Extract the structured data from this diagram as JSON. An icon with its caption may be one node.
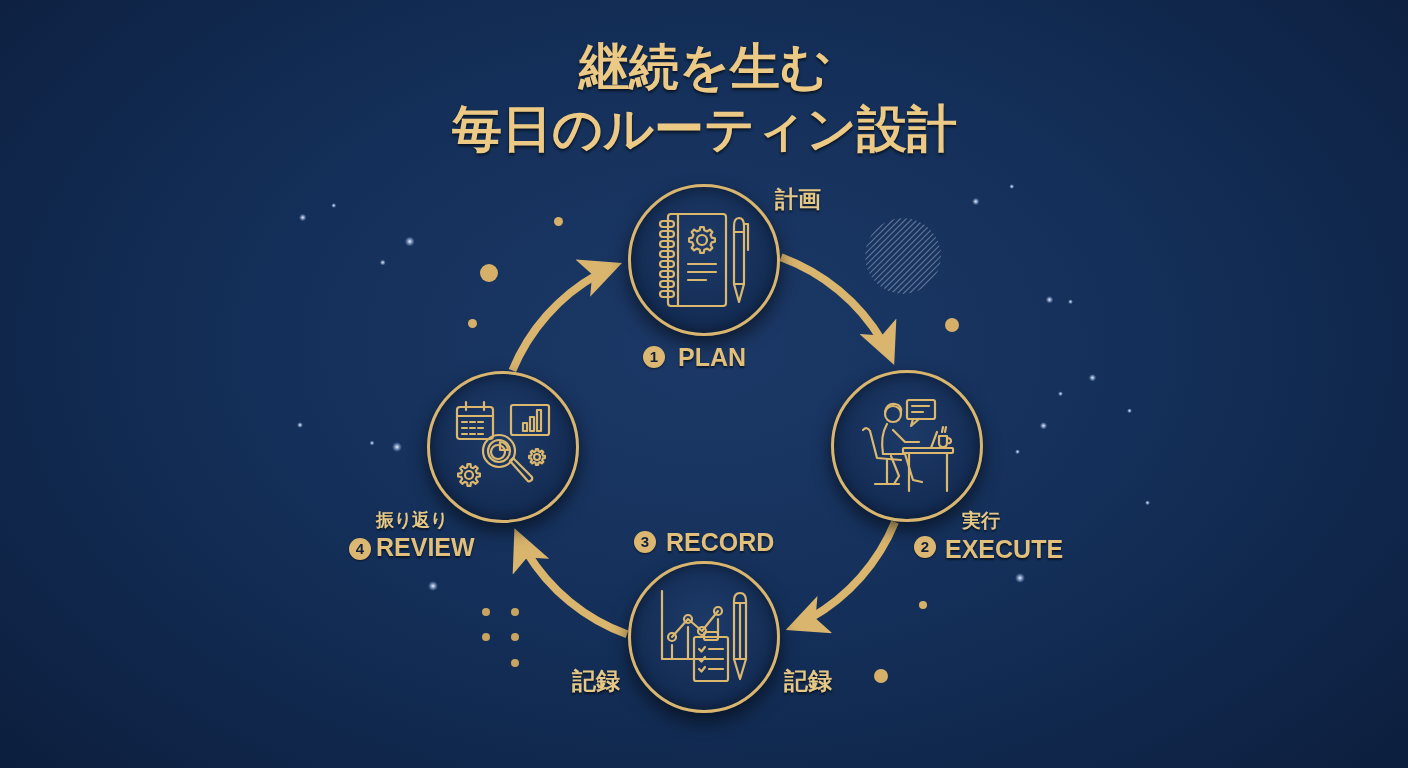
{
  "diagram": {
    "title": "継続を生む毎日のルーティン設計",
    "nodes": [
      {
        "text": [
          "1",
          "PLAN"
        ],
        "beside": [
          "計画"
        ]
      },
      {
        "text": [
          "実行",
          "2",
          "EXECUTE"
        ]
      },
      {
        "text": [
          "3",
          "RECORD"
        ],
        "beside": [
          "記録",
          "記録"
        ]
      },
      {
        "text": [
          "4",
          "REVIEW"
        ],
        "beside": [
          "振り返り"
        ]
      }
    ],
    "edges": [
      {
        "from": 0,
        "to": 1,
        "arrow": "to"
      },
      {
        "from": 1,
        "to": 2,
        "arrow": "to"
      },
      {
        "from": 2,
        "to": 3,
        "arrow": "to"
      },
      {
        "from": 3,
        "to": 0,
        "arrow": "to"
      }
    ]
  }
}
